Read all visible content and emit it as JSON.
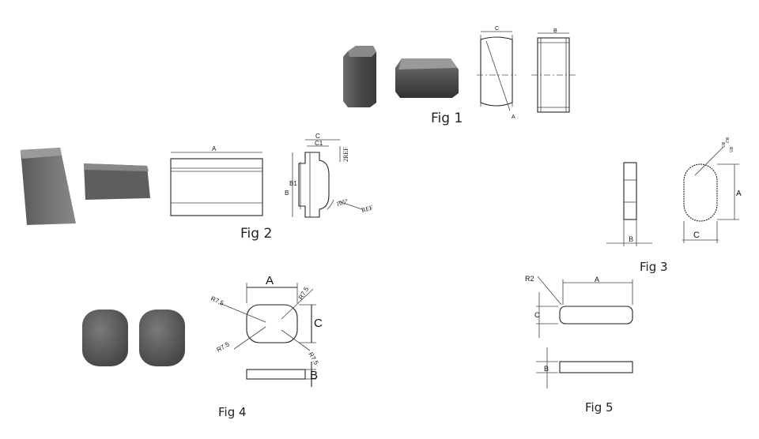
{
  "figures": [
    {
      "caption": "Fig 1",
      "dims": [
        "C",
        "B",
        "A"
      ]
    },
    {
      "caption": "Fig 2",
      "dims": [
        "A",
        "C",
        "C1",
        "B",
        "B1",
        "2REF",
        "105°",
        "REF"
      ]
    },
    {
      "caption": "Fig 3",
      "dims": [
        "R2",
        "R5",
        "R5",
        "A",
        "C",
        "B"
      ]
    },
    {
      "caption": "Fig 4",
      "dims": [
        "A",
        "R7.5",
        "R7.5",
        "R7.5",
        "R7.5",
        "C",
        "B"
      ]
    },
    {
      "caption": "Fig 5",
      "dims": [
        "R2",
        "A",
        "C",
        "B"
      ]
    }
  ]
}
